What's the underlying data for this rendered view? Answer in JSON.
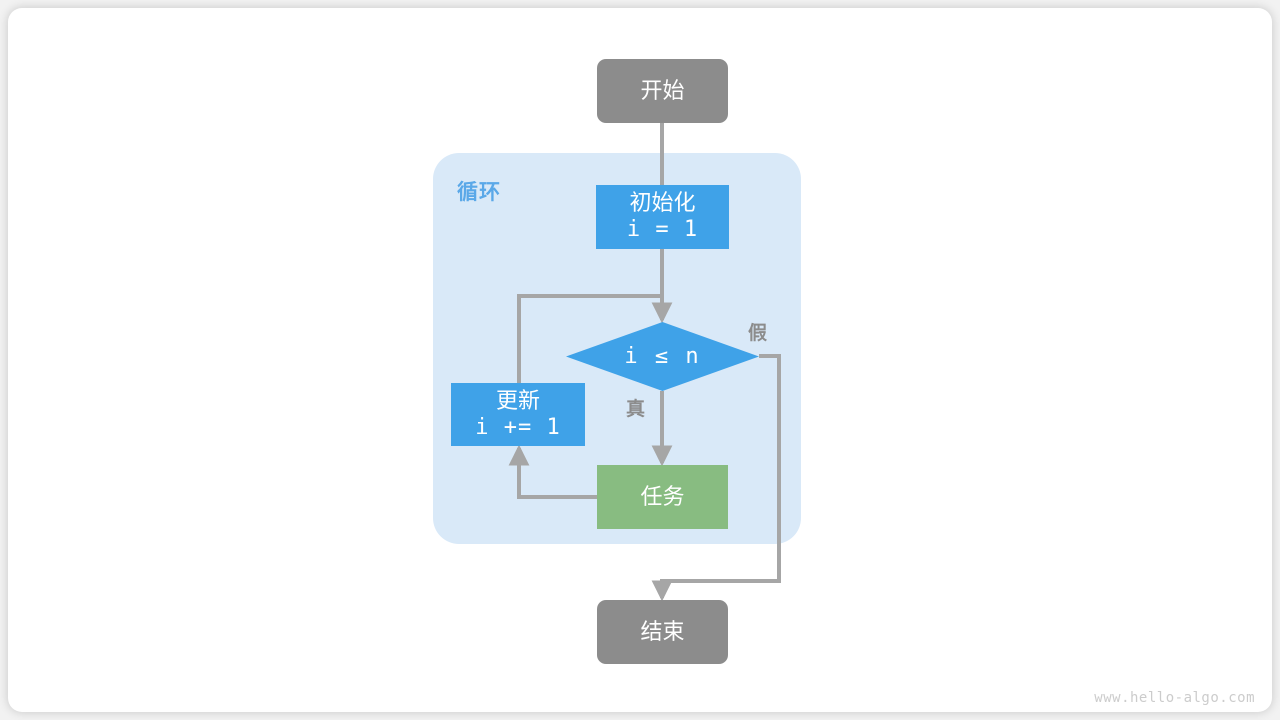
{
  "diagram": {
    "title": "for-loop-flowchart",
    "watermark": "www.hello-algo.com",
    "loop_container": {
      "label": "循环"
    },
    "nodes": {
      "start": {
        "label": "开始",
        "shape": "terminal",
        "color": "#8c8c8c"
      },
      "init": {
        "label": "初始化",
        "expr": "i = 1",
        "shape": "process",
        "color": "#3fa2e8"
      },
      "decision": {
        "label": "i ≤ n",
        "shape": "diamond",
        "color": "#3fa2e8"
      },
      "update": {
        "label": "更新",
        "expr": "i += 1",
        "shape": "process",
        "color": "#3fa2e8"
      },
      "task": {
        "label": "任务",
        "shape": "process",
        "color": "#88bc81"
      },
      "end": {
        "label": "结束",
        "shape": "terminal",
        "color": "#8c8c8c"
      }
    },
    "edge_labels": {
      "true": "真",
      "false": "假"
    },
    "colors": {
      "page_background": "#f2f2f2",
      "card_background": "#ffffff",
      "loop_background": "#d9e9f8",
      "loop_label": "#5aa8e8",
      "blue": "#3fa2e8",
      "green": "#88bc81",
      "gray": "#8c8c8c",
      "connector": "#a6a6a6",
      "watermark": "#cccccc"
    }
  }
}
